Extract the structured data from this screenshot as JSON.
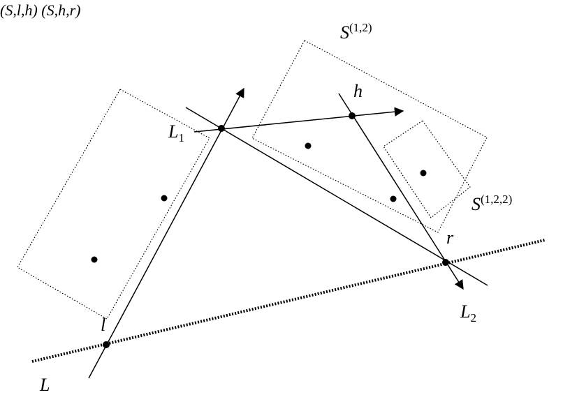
{
  "top_caption": "(S",
  "top_caption_rest": ",l,h) (S",
  "top_caption_tail": ",h,r)",
  "labels": {
    "S12_base": "S",
    "S12_sup": "(1,2)",
    "S122_base": "S",
    "S122_sup": "(1,2,2)",
    "h": "h",
    "L1_base": "L",
    "L1_sub": "1",
    "L2_base": "L",
    "L2_sub": "2",
    "r": "r",
    "l": "l",
    "L": "L"
  },
  "colors": {
    "ink": "#000000",
    "background": "#ffffff"
  }
}
